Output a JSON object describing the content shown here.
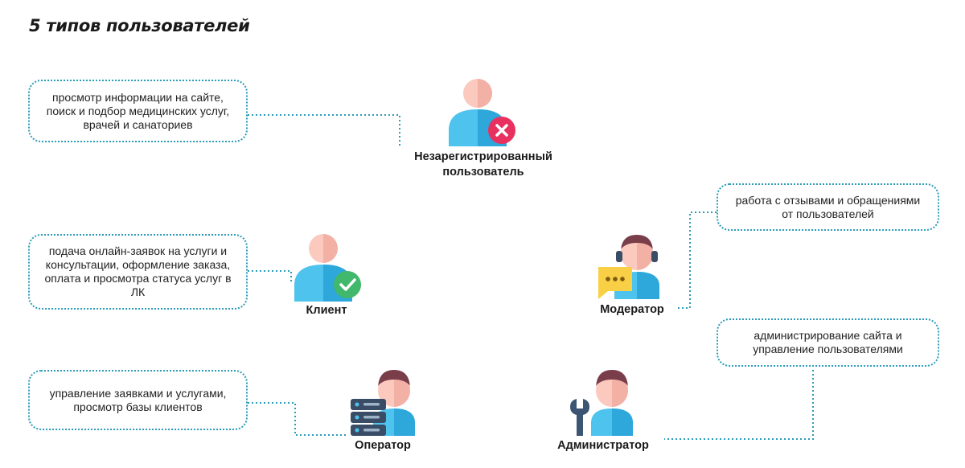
{
  "title": "5 типов пользователей",
  "roles": {
    "unregistered": {
      "label_line1": "Незарегистрированный",
      "label_line2": "пользователь",
      "description": "просмотр информации на сайте, поиск и подбор медицинских услуг, врачей и санаториев"
    },
    "client": {
      "label": "Клиент",
      "description": "подача онлайн-заявок на услуги и консультации, оформление заказа, оплата и просмотра статуса услуг в ЛК"
    },
    "moderator": {
      "label": "Модератор",
      "description": "работа с отзывами и обращениями от пользователей"
    },
    "operator": {
      "label": "Оператор",
      "description": "управление заявками и услугами, просмотр базы клиентов"
    },
    "administrator": {
      "label": "Администратор",
      "description": "администрирование сайта и управление пользователями"
    }
  },
  "colors": {
    "connector": "#2a9cb8",
    "skin": "#fbc9bd",
    "skin_shade": "#f3b1a6",
    "body": "#4dc3ee",
    "body_shade": "#2ea7db",
    "hair": "#7a3d4a",
    "reject": "#e8315f",
    "accept": "#41b86b",
    "speech": "#f9cf45",
    "server": "#3a4d66",
    "wrench": "#3b5573"
  }
}
